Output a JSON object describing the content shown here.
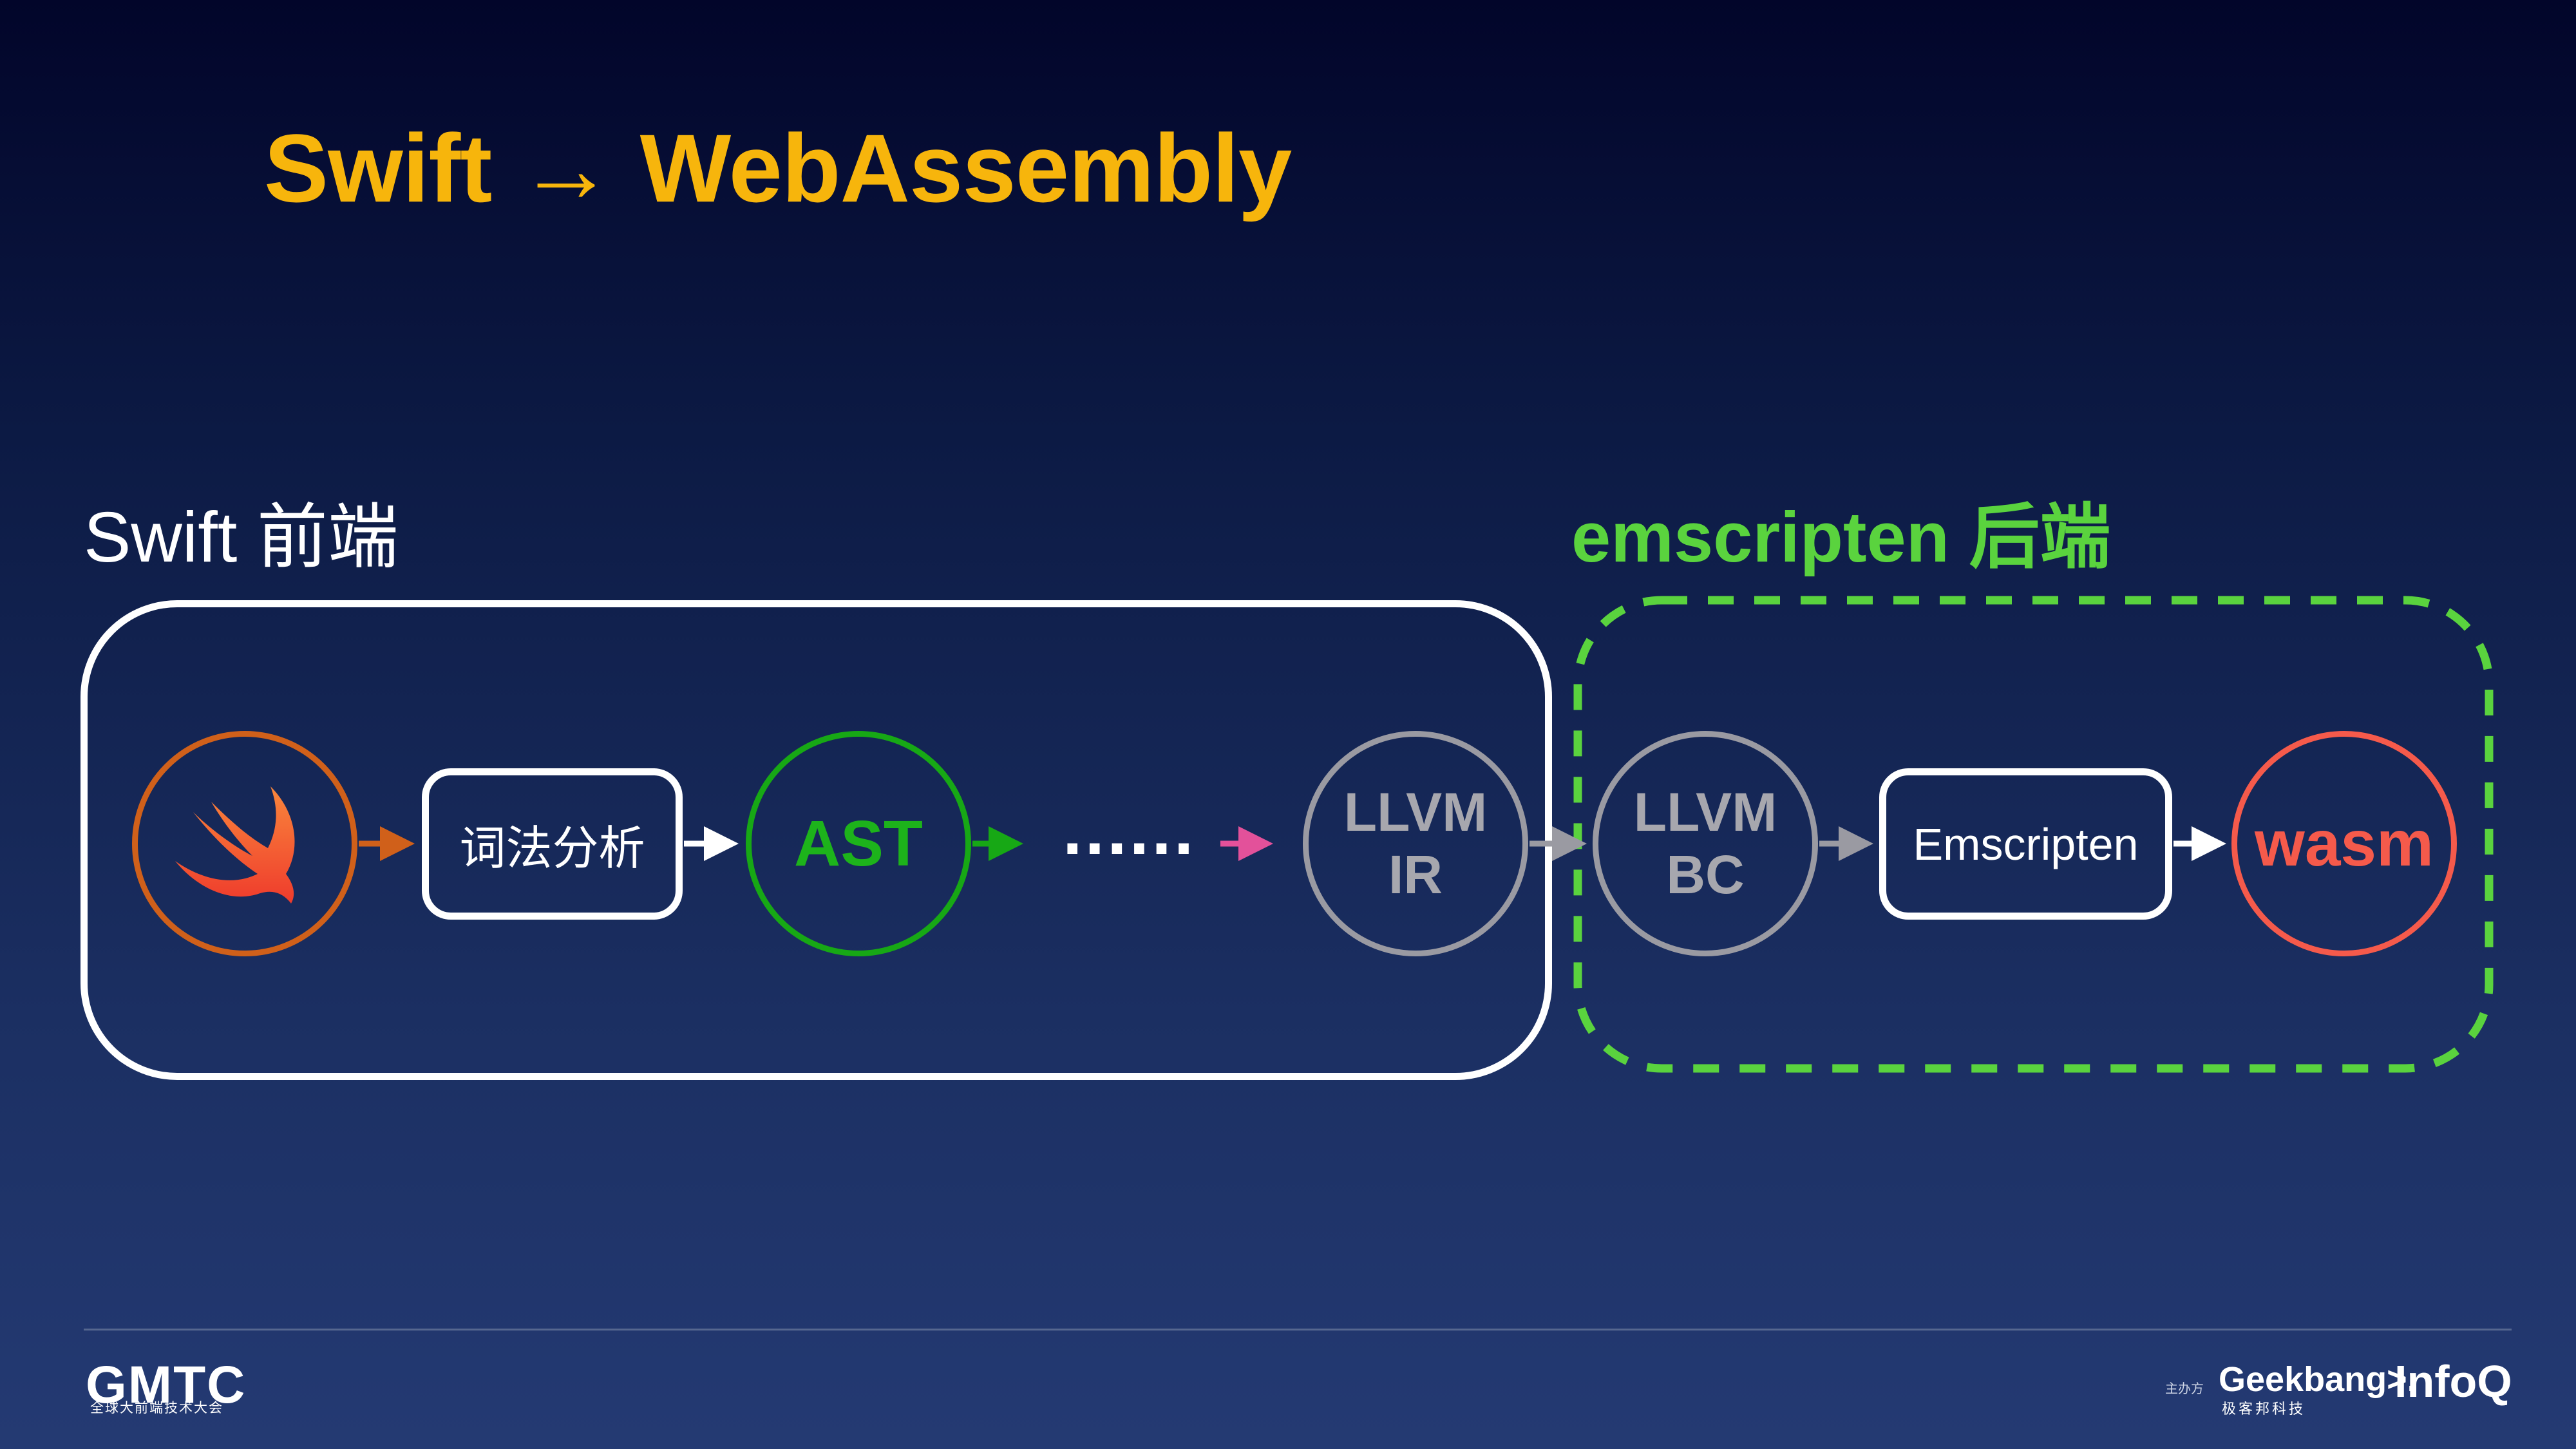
{
  "title": "Swift → WebAssembly",
  "frontend": {
    "label": "Swift 前端"
  },
  "backend": {
    "label": "emscripten 后端"
  },
  "nodes": {
    "lexer": "词法分析",
    "ast": "AST",
    "ellipsis": "......",
    "llvm_ir": [
      "LLVM",
      "IR"
    ],
    "llvm_bc": [
      "LLVM",
      "BC"
    ],
    "emscripten": "Emscripten",
    "wasm": "wasm"
  },
  "icons": {
    "swift": "swift-logo-icon"
  },
  "colors": {
    "title": "#f7b50c",
    "backend": "#5ad33e",
    "swift": "#d0601a",
    "ast": "#17a815",
    "llvm": "#9a9aa2",
    "wasm": "#f55a4b",
    "pink_arrow": "#e3519a"
  },
  "footer": {
    "gmtc_logo": "GMTC",
    "gmtc_subtitle": "全球大前端技术大会",
    "host_label": "主办方",
    "geekbang_logo": "Geekbang>.",
    "geekbang_subtitle": "极客邦科技",
    "infoq_logo": "InfoQ"
  }
}
